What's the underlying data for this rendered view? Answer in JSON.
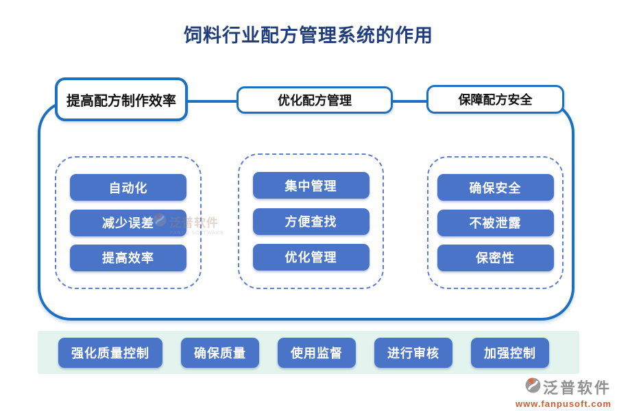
{
  "title": "饲料行业配方管理系统的作用",
  "branches": [
    {
      "label": "提高配方制作效率",
      "items": [
        "自动化",
        "减少误差",
        "提高效率"
      ]
    },
    {
      "label": "优化配方管理",
      "items": [
        "集中管理",
        "方便查找",
        "优化管理"
      ]
    },
    {
      "label": "保障配方安全",
      "items": [
        "确保安全",
        "不被泄露",
        "保密性"
      ]
    }
  ],
  "bottom_bar": {
    "items": [
      "强化质量控制",
      "确保质量",
      "使用监督",
      "进行审核",
      "加强控制"
    ]
  },
  "watermark": {
    "text": "泛普软件",
    "subtext": "FANPU SOFTWARE"
  },
  "logo": {
    "text": "泛普软件",
    "url": "www.fanpusoft.com"
  },
  "colors": {
    "title": "#1f3d7a",
    "outline_blue": "#1d6fbf",
    "dashed_blue": "#5b7ed2",
    "pill_blue": "#4a74c8",
    "strip_mint": "#e3f4ee",
    "logo_gray": "#909090",
    "logo_orange": "#d05a36"
  }
}
